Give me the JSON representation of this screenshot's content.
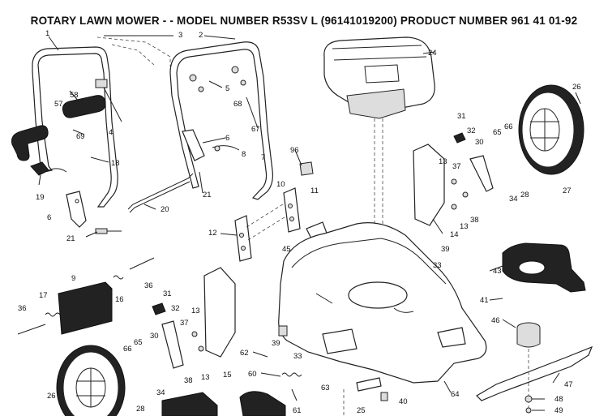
{
  "title": "ROTARY LAWN MOWER - - MODEL NUMBER  R53SV L  (96141019200) PRODUCT NUMBER 961 41 01-92",
  "callouts": [
    {
      "id": "c1",
      "text": "1"
    },
    {
      "id": "c3",
      "text": "3"
    },
    {
      "id": "c2",
      "text": "2"
    },
    {
      "id": "c24",
      "text": "24"
    },
    {
      "id": "c26a",
      "text": "26"
    },
    {
      "id": "c5",
      "text": "5"
    },
    {
      "id": "c68",
      "text": "68"
    },
    {
      "id": "c57",
      "text": "57"
    },
    {
      "id": "c58",
      "text": "58"
    },
    {
      "id": "c4",
      "text": "4"
    },
    {
      "id": "c69",
      "text": "69"
    },
    {
      "id": "c67",
      "text": "67"
    },
    {
      "id": "c6a",
      "text": "6"
    },
    {
      "id": "c8",
      "text": "8"
    },
    {
      "id": "c96",
      "text": "96"
    },
    {
      "id": "c18",
      "text": "18"
    },
    {
      "id": "c19",
      "text": "19"
    },
    {
      "id": "c7",
      "text": "7"
    },
    {
      "id": "c31a",
      "text": "31"
    },
    {
      "id": "c32a",
      "text": "32"
    },
    {
      "id": "c65a",
      "text": "65"
    },
    {
      "id": "c66a",
      "text": "66"
    },
    {
      "id": "c30a",
      "text": "30"
    },
    {
      "id": "c13a",
      "text": "13"
    },
    {
      "id": "c37a",
      "text": "37"
    },
    {
      "id": "c27",
      "text": "27"
    },
    {
      "id": "c34a",
      "text": "34"
    },
    {
      "id": "c28a",
      "text": "28"
    },
    {
      "id": "c21a",
      "text": "21"
    },
    {
      "id": "c10",
      "text": "10"
    },
    {
      "id": "c11",
      "text": "11"
    },
    {
      "id": "c6b",
      "text": "6"
    },
    {
      "id": "c20",
      "text": "20"
    },
    {
      "id": "c13b",
      "text": "13"
    },
    {
      "id": "c38a",
      "text": "38"
    },
    {
      "id": "c21b",
      "text": "21"
    },
    {
      "id": "c12",
      "text": "12"
    },
    {
      "id": "c14",
      "text": "14"
    },
    {
      "id": "c45",
      "text": "45"
    },
    {
      "id": "c39a",
      "text": "39"
    },
    {
      "id": "c33a",
      "text": "33"
    },
    {
      "id": "c43",
      "text": "43"
    },
    {
      "id": "c9",
      "text": "9"
    },
    {
      "id": "c36a",
      "text": "36"
    },
    {
      "id": "c17",
      "text": "17"
    },
    {
      "id": "c16",
      "text": "16"
    },
    {
      "id": "c36b",
      "text": "36"
    },
    {
      "id": "c31b",
      "text": "31"
    },
    {
      "id": "c32b",
      "text": "32"
    },
    {
      "id": "c41",
      "text": "41"
    },
    {
      "id": "c13c",
      "text": "13"
    },
    {
      "id": "c37b",
      "text": "37"
    },
    {
      "id": "c46",
      "text": "46"
    },
    {
      "id": "c30b",
      "text": "30"
    },
    {
      "id": "c65b",
      "text": "65"
    },
    {
      "id": "c66b",
      "text": "66"
    },
    {
      "id": "c39b",
      "text": "39"
    },
    {
      "id": "c62",
      "text": "62"
    },
    {
      "id": "c33b",
      "text": "33"
    },
    {
      "id": "c13d",
      "text": "13"
    },
    {
      "id": "c15",
      "text": "15"
    },
    {
      "id": "c38b",
      "text": "38"
    },
    {
      "id": "c60",
      "text": "60"
    },
    {
      "id": "c47",
      "text": "47"
    },
    {
      "id": "c26b",
      "text": "26"
    },
    {
      "id": "c34b",
      "text": "34"
    },
    {
      "id": "c28b",
      "text": "28"
    },
    {
      "id": "c63",
      "text": "63"
    },
    {
      "id": "c64",
      "text": "64"
    },
    {
      "id": "c61",
      "text": "61"
    },
    {
      "id": "c25",
      "text": "25"
    },
    {
      "id": "c40",
      "text": "40"
    },
    {
      "id": "c48",
      "text": "48"
    },
    {
      "id": "c49",
      "text": "49"
    }
  ]
}
